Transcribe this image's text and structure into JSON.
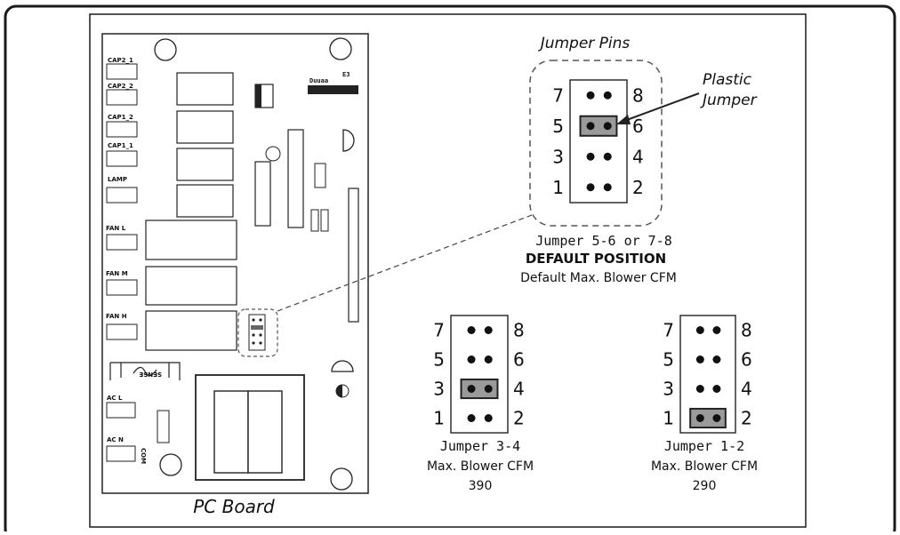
{
  "board": {
    "caption": "PC Board",
    "terminal_labels": {
      "cap2_1": "CAP2_1",
      "cap2_2": "CAP2_2",
      "cap1_2": "CAP1_2",
      "cap1_1": "CAP1_1",
      "lamp": "LAMP",
      "fan_l": "FAN L",
      "fan_m": "FAN M",
      "fan_h": "FAN H",
      "ac_l": "AC L",
      "ac_n": "AC N",
      "com": "COM",
      "sense": "SENSE",
      "conn": "E3"
    }
  },
  "detail": {
    "title": "Jumper Pins",
    "callout": [
      "Plastic",
      "Jumper"
    ],
    "pins_left": [
      "7",
      "5",
      "3",
      "1"
    ],
    "pins_right": [
      "8",
      "6",
      "4",
      "2"
    ]
  },
  "settings": [
    {
      "jumper": "Jumper 5-6 or 7-8",
      "heading": "DEFAULT POSITION",
      "description": "Default Max. Blower CFM",
      "jumped_row": 1
    },
    {
      "jumper": "Jumper 3-4",
      "description": "Max. Blower CFM",
      "cfm": "390",
      "pins_left": [
        "7",
        "5",
        "3",
        "1"
      ],
      "pins_right": [
        "8",
        "6",
        "4",
        "2"
      ],
      "jumped_row": 2
    },
    {
      "jumper": "Jumper 1-2",
      "description": "Max. Blower CFM",
      "cfm": "290",
      "pins_left": [
        "7",
        "5",
        "3",
        "1"
      ],
      "pins_right": [
        "8",
        "6",
        "4",
        "2"
      ],
      "jumped_row": 3
    }
  ]
}
